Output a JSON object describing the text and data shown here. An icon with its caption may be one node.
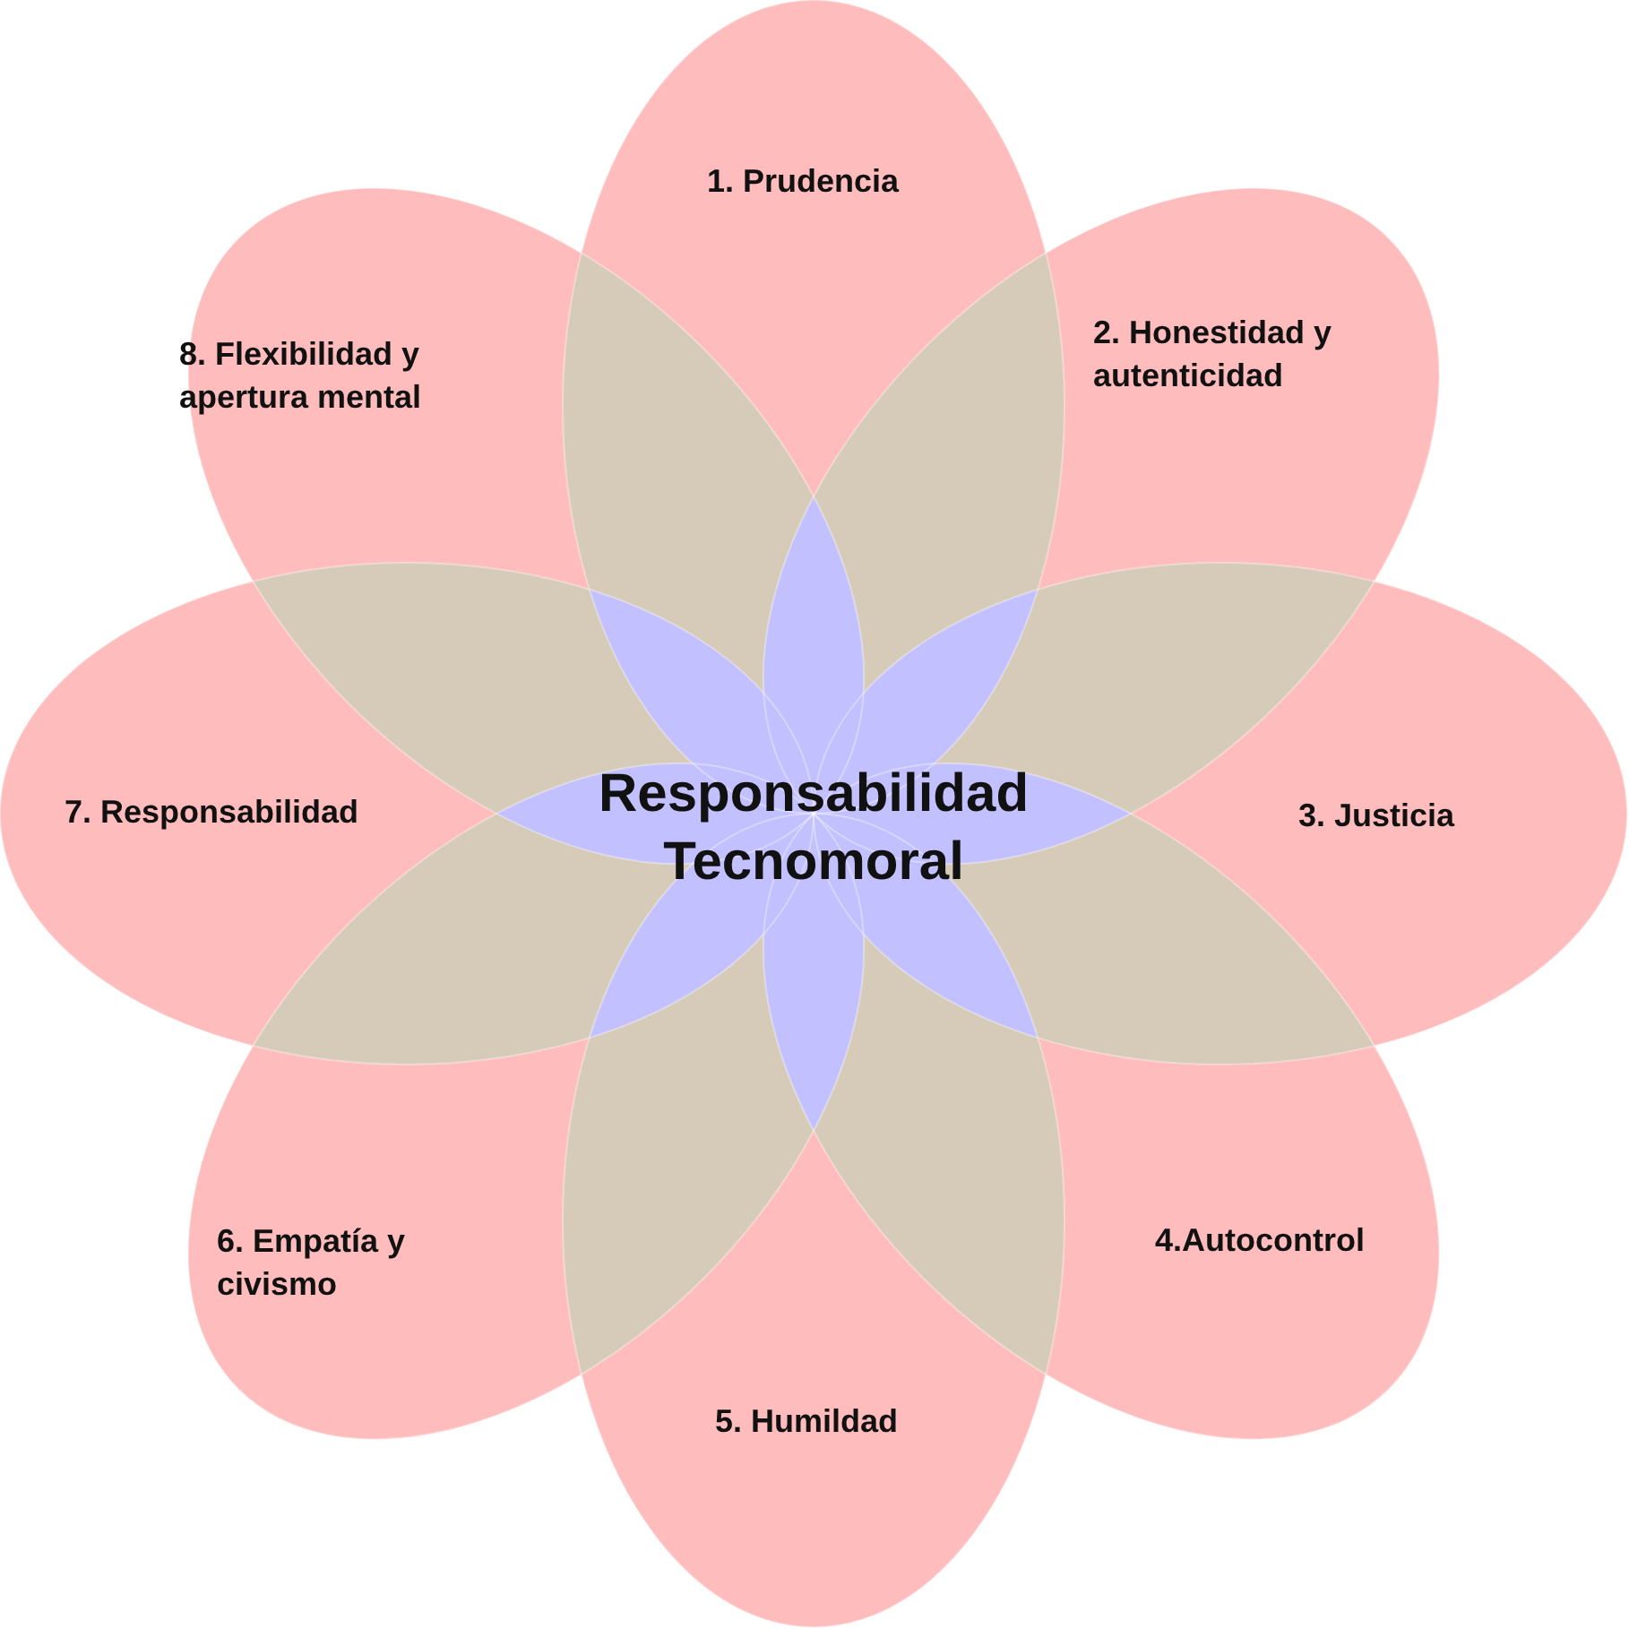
{
  "diagram": {
    "nodes": [
      {
        "text": [
          "1. Prudencia"
        ]
      },
      {
        "text": [
          "2. Honestidad y autenticidad"
        ]
      },
      {
        "text": [
          "3. Justicia"
        ]
      },
      {
        "text": [
          "4.Autocontrol"
        ]
      },
      {
        "text": [
          "5. Humildad"
        ]
      },
      {
        "text": [
          "6. Empatía y civismo"
        ]
      },
      {
        "text": [
          "7. Responsabilidad"
        ]
      },
      {
        "text": [
          "8. Flexibilidad y apertura mental"
        ]
      }
    ],
    "labels": [
      "Responsabilidad Tecnomoral"
    ]
  }
}
